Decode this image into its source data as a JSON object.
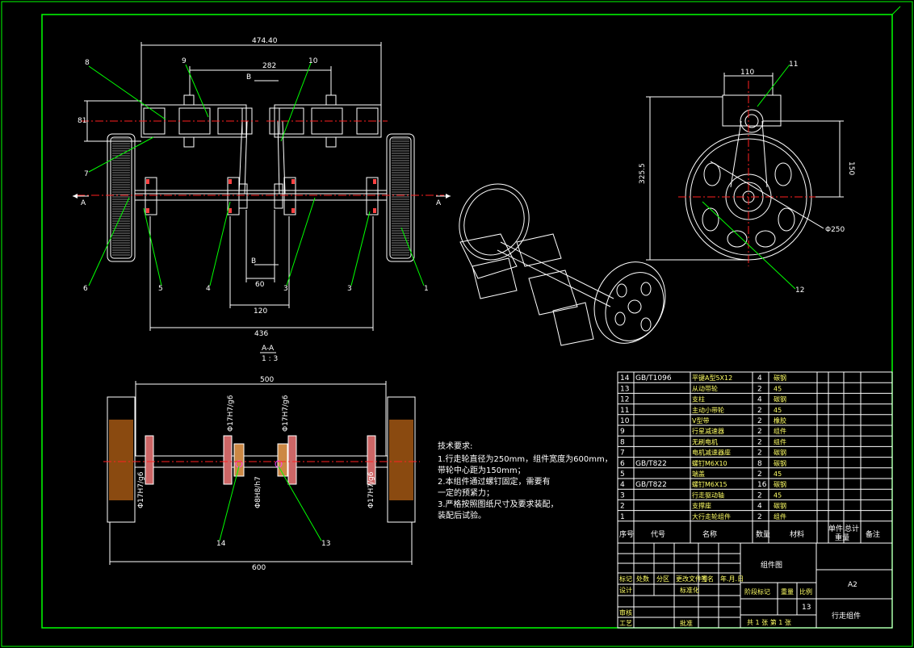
{
  "front_view": {
    "dims": {
      "overall_top": "474.40",
      "inner_top": "282",
      "height_left": "81",
      "dim_60": "60",
      "dim_120": "120",
      "dim_436": "436"
    },
    "section_marks": {
      "a_left": "A",
      "a_right": "A",
      "b_top": "B",
      "b_bottom": "B"
    },
    "callouts": [
      "8",
      "9",
      "10",
      "7",
      "6",
      "5",
      "4",
      "3",
      "3",
      "1"
    ]
  },
  "section_view": {
    "title": "A-A",
    "scale": "1 : 3",
    "dim_500": "500",
    "dim_600": "600",
    "fits": [
      "Φ17H7/g6",
      "Φ17H7/g6",
      "Φ17H7/g6",
      "Φ17H7/g6"
    ],
    "fit_center": "Φ8H8/h7",
    "callouts": [
      "14",
      "13"
    ]
  },
  "side_view": {
    "dims": {
      "width": "110",
      "height_total": "325.5",
      "center_dist": "150",
      "dia": "Φ250"
    },
    "callouts": [
      "11",
      "12"
    ]
  },
  "tech_requirements": {
    "title": "技术要求:",
    "lines": [
      "1.行走轮直径为250mm，组件宽度为600mm，",
      "带轮中心距为150mm；",
      "2.本组件通过螺钉固定，需要有",
      "一定的预紧力；",
      "3.严格按照图纸尺寸及要求装配，",
      "装配后试验。"
    ]
  },
  "bom": {
    "rows": [
      {
        "no": "14",
        "code": "GB/T1096",
        "name": "平键A型5X12",
        "qty": "4",
        "material": "碳钢"
      },
      {
        "no": "13",
        "code": "",
        "name": "从动带轮",
        "qty": "2",
        "material": "45"
      },
      {
        "no": "12",
        "code": "",
        "name": "支柱",
        "qty": "4",
        "material": "碳钢"
      },
      {
        "no": "11",
        "code": "",
        "name": "主动小带轮",
        "qty": "2",
        "material": "45"
      },
      {
        "no": "10",
        "code": "",
        "name": "V型带",
        "qty": "2",
        "material": "橡胶"
      },
      {
        "no": "9",
        "code": "",
        "name": "行星减速器",
        "qty": "2",
        "material": "组件"
      },
      {
        "no": "8",
        "code": "",
        "name": "无刷电机",
        "qty": "2",
        "material": "组件"
      },
      {
        "no": "7",
        "code": "",
        "name": "电机减速器座",
        "qty": "2",
        "material": "碳钢"
      },
      {
        "no": "6",
        "code": "GB/T822",
        "name": "螺钉M6X10",
        "qty": "8",
        "material": "碳钢"
      },
      {
        "no": "5",
        "code": "",
        "name": "端盖",
        "qty": "2",
        "material": "45"
      },
      {
        "no": "4",
        "code": "GB/T822",
        "name": "螺钉M6X15",
        "qty": "16",
        "material": "碳钢"
      },
      {
        "no": "3",
        "code": "",
        "name": "行走驱动轴",
        "qty": "2",
        "material": "45"
      },
      {
        "no": "2",
        "code": "",
        "name": "支撑座",
        "qty": "4",
        "material": "碳钢"
      },
      {
        "no": "1",
        "code": "",
        "name": "大行走轮组件",
        "qty": "2",
        "material": "组件"
      }
    ],
    "header": {
      "no": "序号",
      "code": "代号",
      "name": "名称",
      "qty": "数量",
      "material": "材料",
      "unit": "单件",
      "total": "总计",
      "weight": "重量",
      "remark": "备注"
    }
  },
  "title_block": {
    "drawing_name": "组件图",
    "product": "行走组件",
    "size": "A2",
    "scale_value": "13",
    "labels": {
      "mark": "标记",
      "count": "处数",
      "zone": "分区",
      "doc_no": "更改文件号",
      "sign": "签名",
      "date": "年.月.日",
      "design": "设计",
      "standard": "标准化",
      "review": "审核",
      "process": "工艺",
      "approve": "批准",
      "stage_mark": "阶段标记",
      "weight": "重量",
      "ratio": "比例",
      "sheet_total": "共 1 张  第 1 张"
    }
  },
  "colors": {
    "frame": "#00ff00",
    "line": "#ffffff",
    "center": "#ff2020",
    "text": "#ffffff"
  }
}
